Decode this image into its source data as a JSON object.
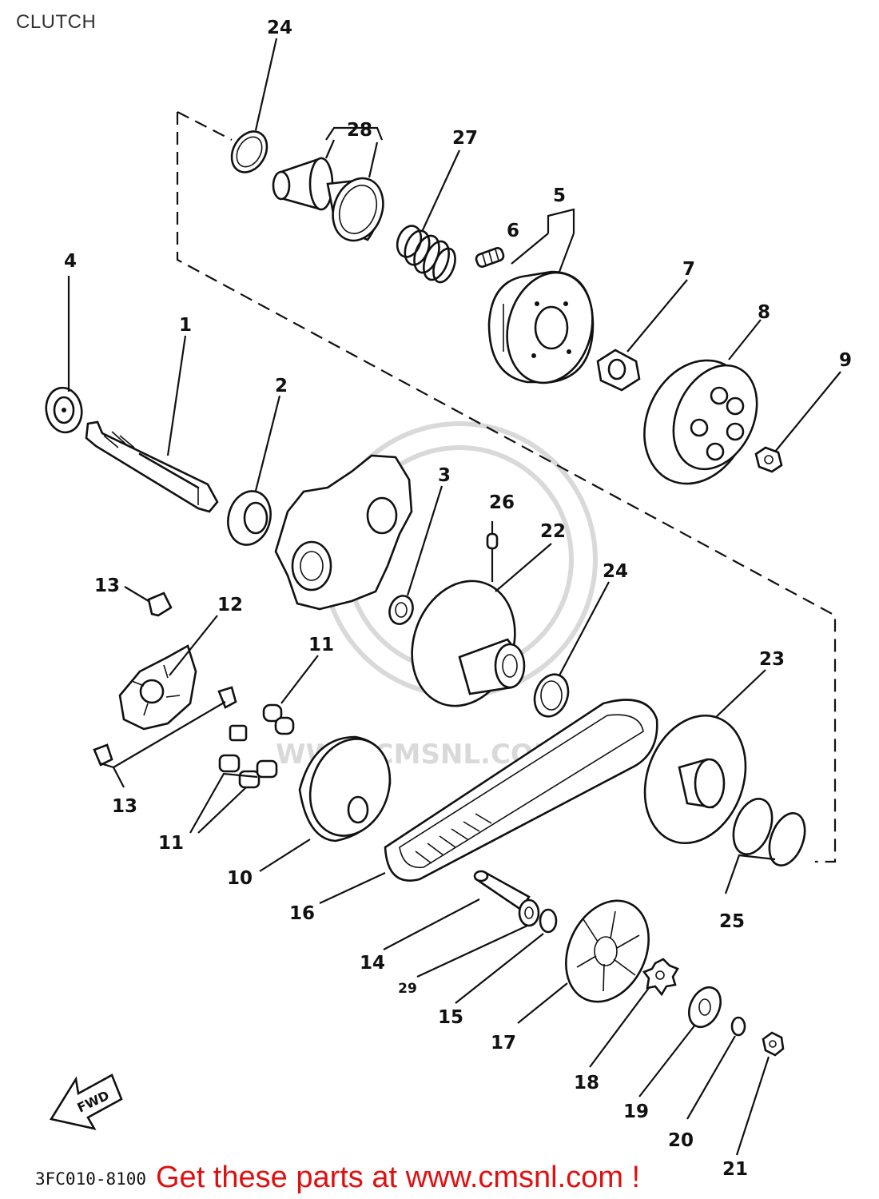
{
  "title": "CLUTCH",
  "diagram_code": "3FC010-8100",
  "promo_text": "Get these parts at www.cmsnl.com !",
  "watermark_text": "WWW.CMSNL.COM",
  "fwd_arrow_text": "FWD",
  "part_labels": {
    "p1": "1",
    "p2": "2",
    "p3": "3",
    "p4": "4",
    "p5": "5",
    "p6": "6",
    "p7": "7",
    "p8": "8",
    "p9": "9",
    "p10": "10",
    "p11a": "11",
    "p11b": "11",
    "p12": "12",
    "p13a": "13",
    "p13b": "13",
    "p14": "14",
    "p15": "15",
    "p16": "16",
    "p17": "17",
    "p18": "18",
    "p19": "19",
    "p20": "20",
    "p21": "21",
    "p22": "22",
    "p23": "23",
    "p24a": "24",
    "p24b": "24",
    "p25": "25",
    "p26": "26",
    "p27": "27",
    "p28": "28",
    "p29": "29"
  },
  "colors": {
    "line_art": "#111111",
    "promo": "#e01010",
    "watermark": "#d9d9d9",
    "background": "#ffffff"
  }
}
